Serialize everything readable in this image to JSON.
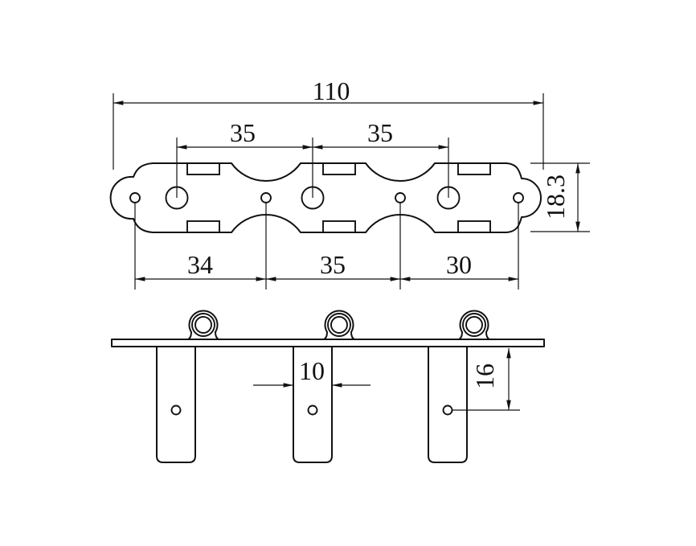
{
  "colors": {
    "background": "#ffffff",
    "line": "#111111"
  },
  "dimensions": {
    "top_view": {
      "overall_width": "110",
      "post_spacing_left": "35",
      "post_spacing_right": "35",
      "plate_height": "18.3",
      "hole_pitch_left": "34",
      "hole_pitch_center": "35",
      "hole_pitch_right": "30"
    },
    "side_view": {
      "tab_width": "10",
      "tab_hole_offset": "16"
    }
  }
}
